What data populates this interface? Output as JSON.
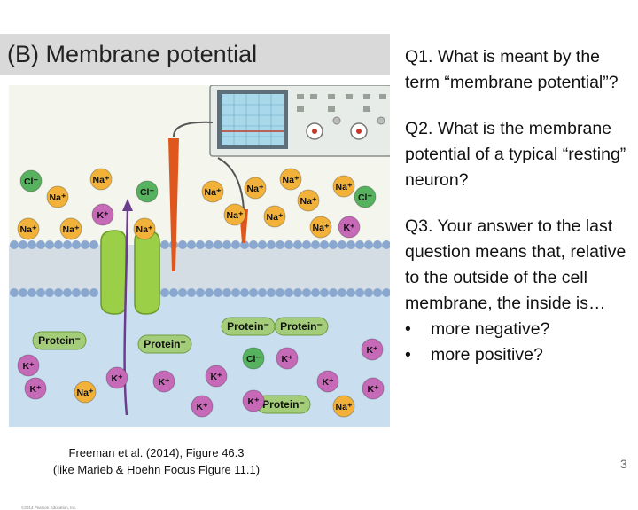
{
  "slide": {
    "title": "(B) Membrane potential",
    "q1": "Q1. What is meant by the term “membrane potential”?",
    "q2": "Q2. What is the membrane potential of a typical “resting” neuron?",
    "q3": "Q3. Your answer to the last question means that, relative to the outside of the cell membrane, the inside is…",
    "options": [
      "more negative?",
      "more positive?"
    ],
    "caption_line1": "Freeman et al. (2014), Figure 46.3",
    "caption_line2": "(like Marieb & Hoehn Focus Figure 11.1)",
    "page_number": "3"
  },
  "figure": {
    "credit": "©2014 Pearson Education, Inc.",
    "labels": {
      "na": "Na⁺",
      "k": "K⁺",
      "cl": "Cl⁻",
      "protein": "Protein⁻"
    },
    "colors": {
      "outside_bg": "#f4f5ec",
      "inside_bg": "#c9dff0",
      "membrane_head": "#8aa7cf",
      "membrane_tail": "#d4dde3",
      "channel": "#9ccf48",
      "electrode": "#e0571d",
      "scope_screen": "#a9d8ea",
      "na_ion": "#f2b23a",
      "k_ion": "#c66ab8",
      "cl_ion": "#56b25e",
      "protein": "#a3cd78",
      "arrow": "#6b3d8e"
    }
  }
}
